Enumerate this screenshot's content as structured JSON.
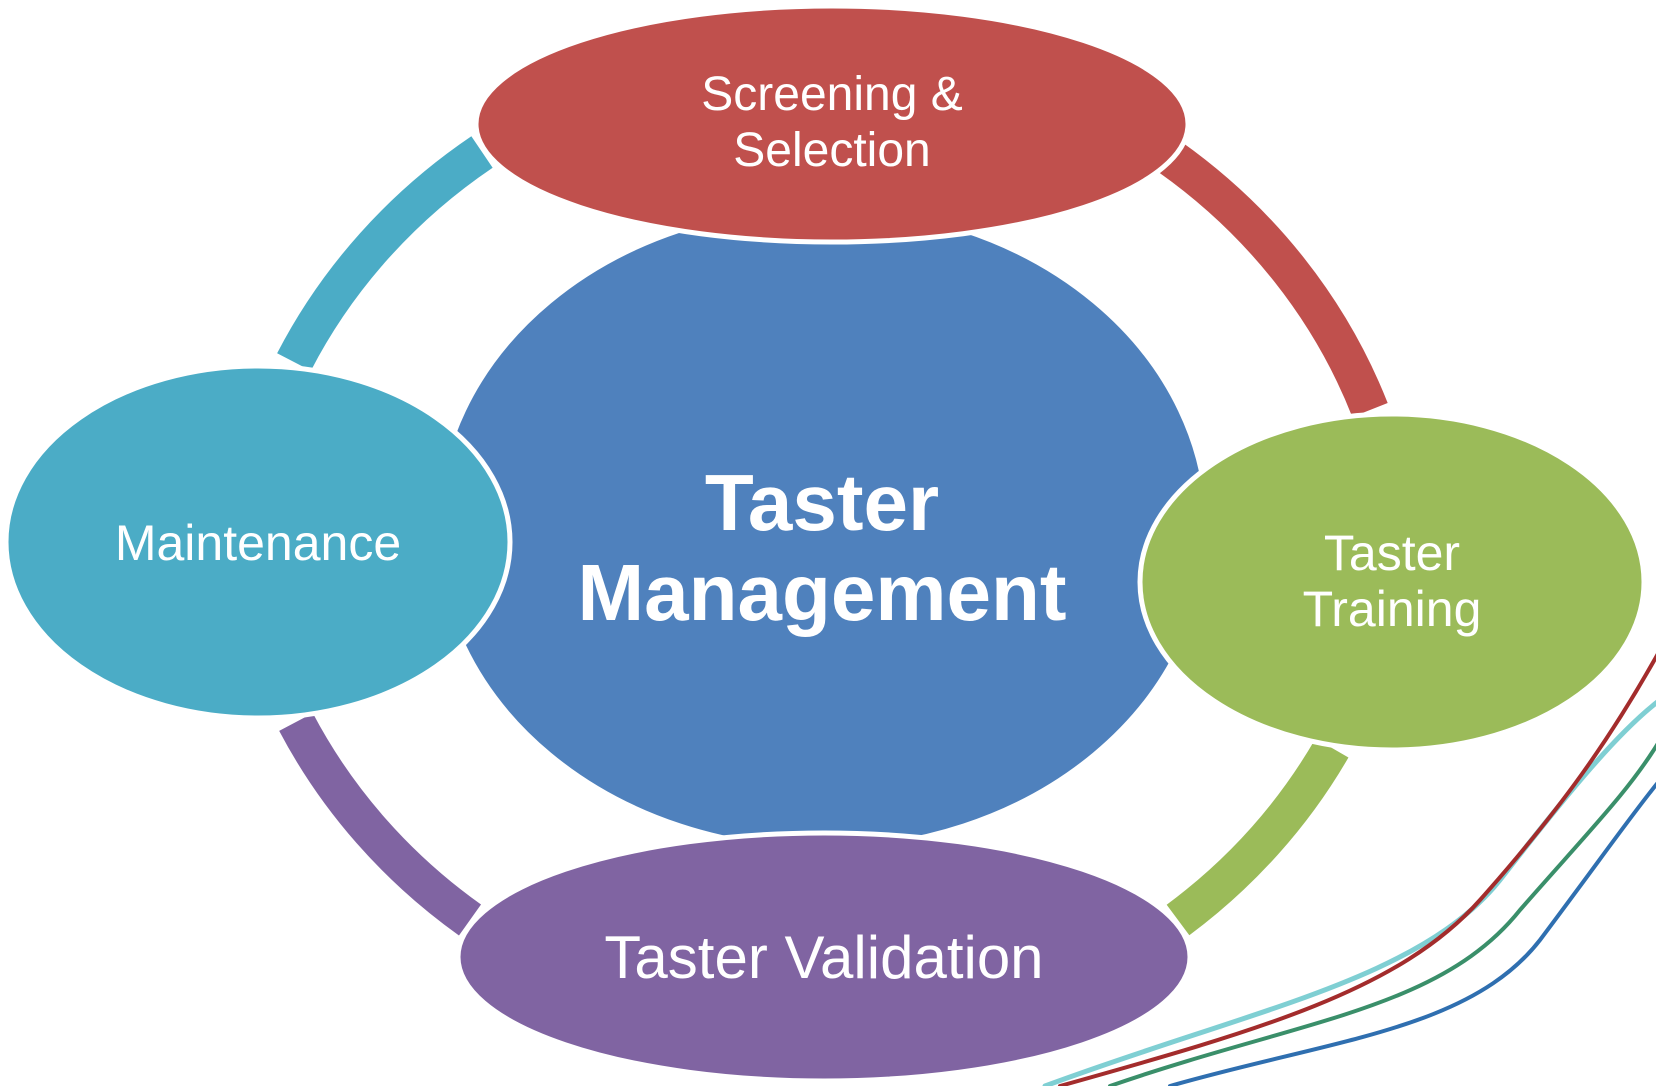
{
  "diagram": {
    "center": {
      "label_line1": "Taster",
      "label_line2": "Management",
      "color": "#4F81BD"
    },
    "nodes": [
      {
        "id": "screening",
        "label_line1": "Screening &",
        "label_line2": "Selection",
        "color": "#C0504D"
      },
      {
        "id": "training",
        "label_line1": "Taster",
        "label_line2": "Training",
        "color": "#9BBB59"
      },
      {
        "id": "validation",
        "label_line1": "Taster Validation",
        "color": "#8064A2"
      },
      {
        "id": "maintenance",
        "label_line1": "Maintenance",
        "color": "#4BACC6"
      }
    ],
    "decoration_colors": {
      "teal": "#7FCFD3",
      "red": "#A32C2C",
      "green": "#3A8F6A",
      "blue": "#2F6FB0"
    }
  }
}
